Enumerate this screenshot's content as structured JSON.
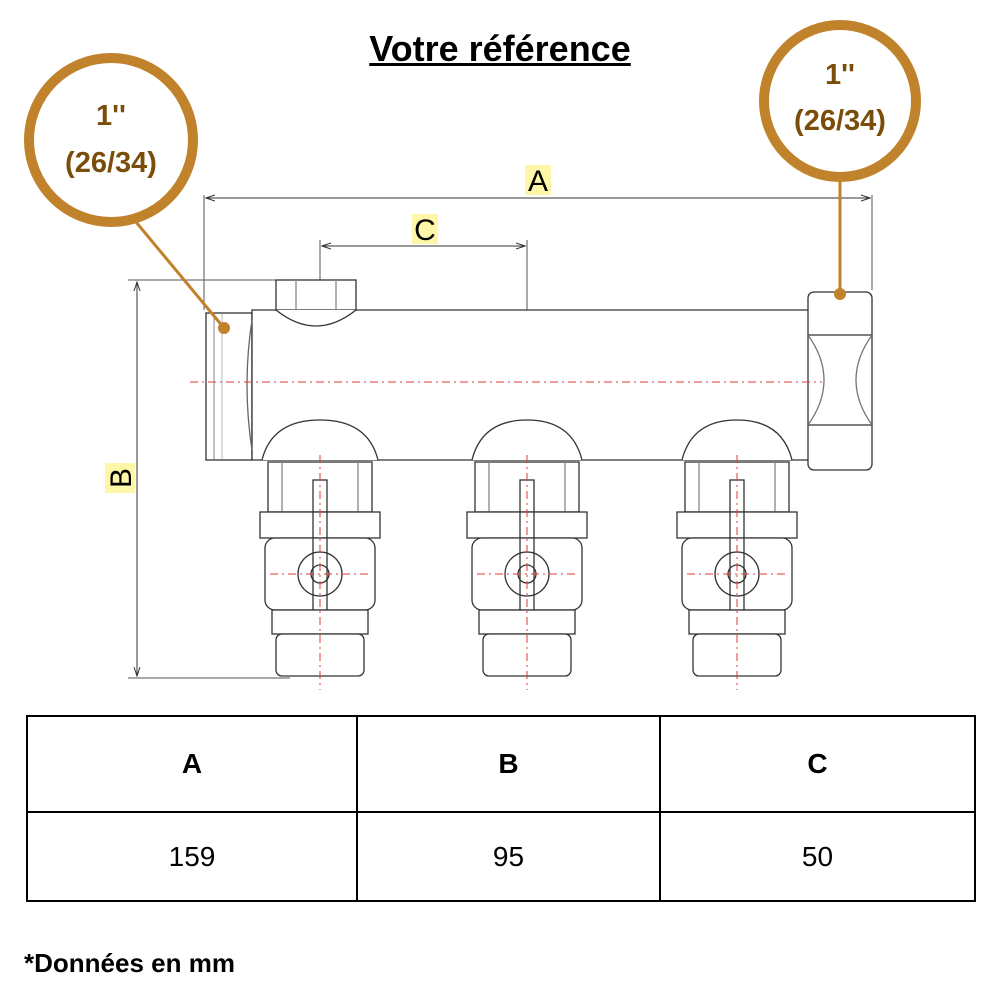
{
  "title": "Votre référence",
  "callouts": [
    {
      "line1": "1''",
      "line2": "(26/34)"
    },
    {
      "line1": "1''",
      "line2": "(26/34)"
    }
  ],
  "dimension_labels": {
    "a": "A",
    "b": "B",
    "c": "C"
  },
  "table": {
    "headers": [
      "A",
      "B",
      "C"
    ],
    "values": [
      "159",
      "95",
      "50"
    ]
  },
  "footnote": "*Données en mm",
  "colors": {
    "callout": "#c0822a",
    "callout_text": "#7a4e0a",
    "dim_highlight": "#fff7a8",
    "centerline": "#e53935"
  }
}
